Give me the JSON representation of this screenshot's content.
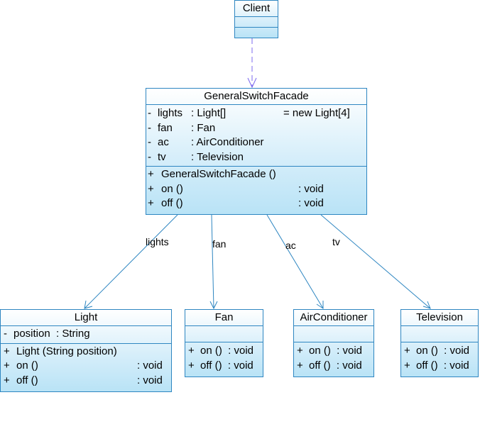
{
  "client": {
    "name": "Client"
  },
  "facade": {
    "name": "GeneralSwitchFacade",
    "attributes": [
      {
        "vis": "-",
        "name": "lights",
        "type": ": Light[]",
        "init": "= new Light[4]"
      },
      {
        "vis": "-",
        "name": "fan",
        "type": ": Fan",
        "init": ""
      },
      {
        "vis": "-",
        "name": "ac",
        "type": ": AirConditioner",
        "init": ""
      },
      {
        "vis": "-",
        "name": "tv",
        "type": ": Television",
        "init": ""
      }
    ],
    "operations": [
      {
        "vis": "+",
        "sig": "GeneralSwitchFacade ()",
        "ret": ""
      },
      {
        "vis": "+",
        "sig": "on ()",
        "ret": ": void"
      },
      {
        "vis": "+",
        "sig": "off ()",
        "ret": ": void"
      }
    ]
  },
  "light": {
    "name": "Light",
    "attributes": [
      {
        "vis": "-",
        "text": "position  : String"
      }
    ],
    "operations": [
      {
        "vis": "+",
        "sig": "Light (String position)",
        "ret": ""
      },
      {
        "vis": "+",
        "sig": "on ()",
        "ret": ": void"
      },
      {
        "vis": "+",
        "sig": "off ()",
        "ret": ": void"
      }
    ]
  },
  "fan": {
    "name": "Fan",
    "operations": [
      {
        "vis": "+",
        "text": "on ()  : void"
      },
      {
        "vis": "+",
        "text": "off ()  : void"
      }
    ]
  },
  "airconditioner": {
    "name": "AirConditioner",
    "operations": [
      {
        "vis": "+",
        "text": "on ()  : void"
      },
      {
        "vis": "+",
        "text": "off ()  : void"
      }
    ]
  },
  "television": {
    "name": "Television",
    "operations": [
      {
        "vis": "+",
        "text": "on ()  : void"
      },
      {
        "vis": "+",
        "text": "off ()  : void"
      }
    ]
  },
  "associations": {
    "lights": "lights",
    "fan": "fan",
    "ac": "ac",
    "tv": "tv"
  },
  "colors": {
    "border": "#2e86c1",
    "dependency": "#7b68ee",
    "association": "#2e86c1"
  }
}
